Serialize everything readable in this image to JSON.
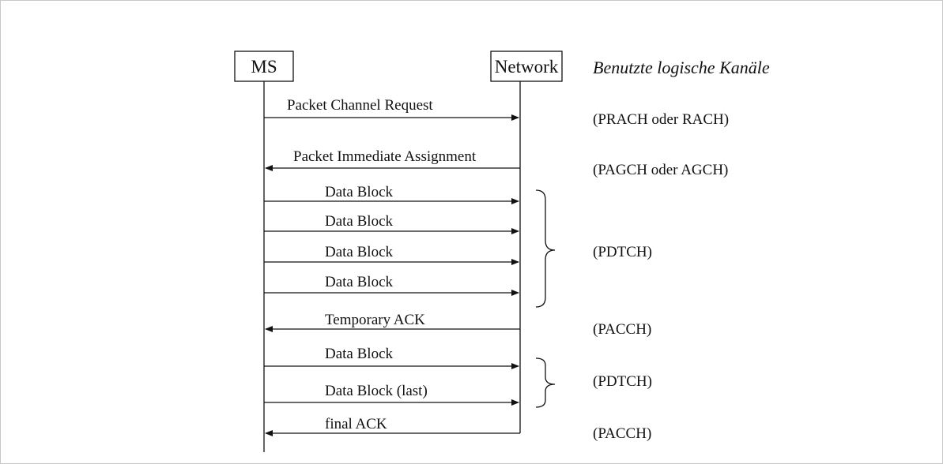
{
  "entities": {
    "ms": "MS",
    "network": "Network"
  },
  "channels_header": "Benutzte logische Kanäle",
  "messages": [
    {
      "label": "Packet Channel Request",
      "direction": "ms-to-network"
    },
    {
      "label": "Packet Immediate Assignment",
      "direction": "network-to-ms"
    },
    {
      "label": "Data Block",
      "direction": "ms-to-network"
    },
    {
      "label": "Data Block",
      "direction": "ms-to-network"
    },
    {
      "label": "Data Block",
      "direction": "ms-to-network"
    },
    {
      "label": "Data Block",
      "direction": "ms-to-network"
    },
    {
      "label": "Temporary ACK",
      "direction": "network-to-ms"
    },
    {
      "label": "Data Block",
      "direction": "ms-to-network"
    },
    {
      "label": "Data Block (last)",
      "direction": "ms-to-network"
    },
    {
      "label": "final ACK",
      "direction": "network-to-ms"
    }
  ],
  "channels": [
    "(PRACH oder RACH)",
    "(PAGCH oder AGCH)",
    "(PDTCH)",
    "(PACCH)",
    "(PDTCH)",
    "(PACCH)"
  ]
}
